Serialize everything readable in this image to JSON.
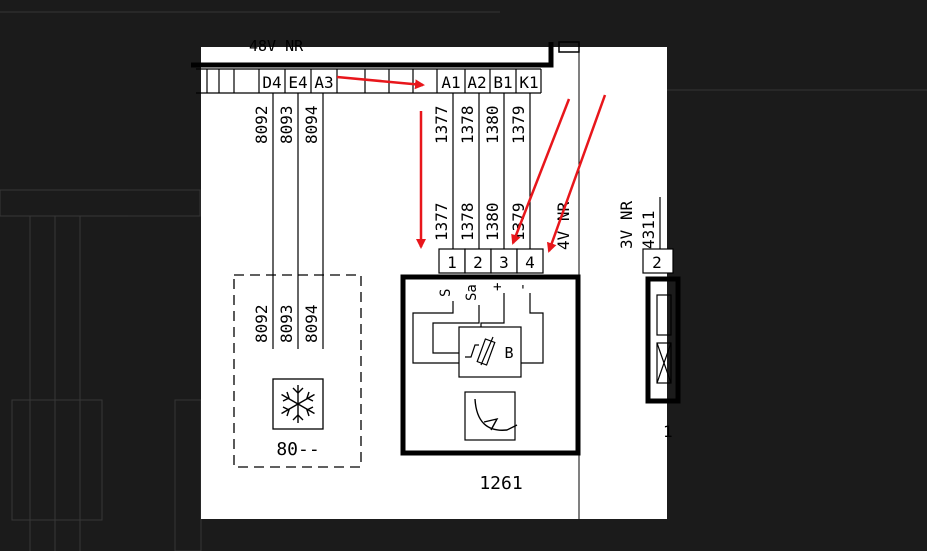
{
  "diagram": {
    "module_header_label": "48V NR",
    "connector_pins_left": [
      "D4",
      "E4",
      "A3"
    ],
    "connector_pins_right": [
      "A1",
      "A2",
      "B1",
      "K1"
    ],
    "wires_left": [
      "8092",
      "8093",
      "8094"
    ],
    "wires_right_top": [
      "1377",
      "1378",
      "1380",
      "1379"
    ],
    "wires_right_bottom": [
      "1377",
      "1378",
      "1380",
      "1379"
    ],
    "connector_4v_label": "4V NR",
    "component_pins": [
      "1",
      "2",
      "3",
      "4"
    ],
    "component_pin_labels": [
      "S",
      "Sa",
      "+",
      "-"
    ],
    "sensor_letter": "B",
    "component_id": "1261",
    "fan_wires": [
      "8092",
      "8093",
      "8094"
    ],
    "fan_id": "80--",
    "right_connector_label": "3V NR",
    "right_wire_label": "4311",
    "right_pin_label": "2",
    "right_component_partial_label": "1"
  },
  "annotations": {
    "arrow_color": "#e8161b"
  }
}
